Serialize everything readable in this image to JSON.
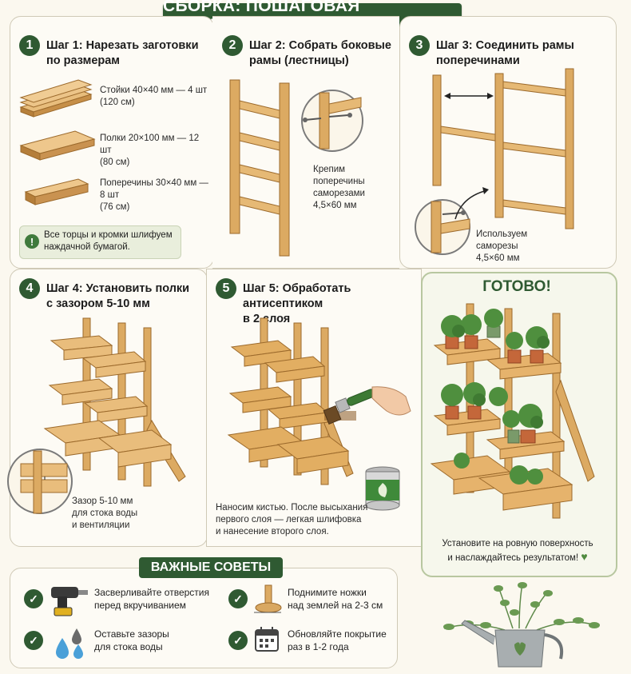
{
  "header": {
    "title": "СБОРКА: ПОШАГОВАЯ ИНСТРУКЦИЯ"
  },
  "steps": [
    {
      "number": "1",
      "title_line1": "Шаг 1: Нарезать заготовки",
      "title_line2": "по размерам"
    },
    {
      "number": "2",
      "title_line1": "Шаг 2: Собрать боковые",
      "title_line2": "рамы (лестницы)"
    },
    {
      "number": "3",
      "title_line1": "Шаг 3: Соединить рамы",
      "title_line2": "поперечинами"
    },
    {
      "number": "4",
      "title_line1": "Шаг 4: Установить полки",
      "title_line2": "с зазором 5-10 мм"
    },
    {
      "number": "5",
      "title_line1": "Шаг 5: Обработать антисептиком",
      "title_line2": "в 2 слоя"
    }
  ],
  "step1": {
    "parts": [
      {
        "line1": "Стойки 40×40 мм — 4 шт",
        "line2": "(120 см)"
      },
      {
        "line1": "Полки 20×100 мм — 12 шт",
        "line2": "(80 см)"
      },
      {
        "line1": "Поперечины 30×40 мм — 8 шт",
        "line2": "(76 см)"
      }
    ],
    "note_icon": "!",
    "note_line1": "Все торцы и кромки шлифуем",
    "note_line2": "наждачной бумагой."
  },
  "step2": {
    "caption": [
      "Крепим",
      "поперечины",
      "саморезами",
      "4,5×60 мм"
    ]
  },
  "step3": {
    "caption": [
      "Используем",
      "саморезы",
      "4,5×60 мм"
    ]
  },
  "step4": {
    "caption": [
      "Зазор 5-10 мм",
      "для стока воды",
      "и вентиляции"
    ]
  },
  "step5": {
    "caption": [
      "Наносим кистью. После высыхания",
      "первого слоя — легкая шлифовка",
      "и нанесение второго слоя."
    ]
  },
  "ready": {
    "title": "ГОТОВО!",
    "caption_line1": "Установите на ровную поверхность",
    "caption_line2": "и наслаждайтесь результатом!",
    "heart_icon": "♥"
  },
  "tips": {
    "title": "ВАЖНЫЕ СОВЕТЫ",
    "check_icon": "✓",
    "items": [
      {
        "line1": "Засверливайте отверстия",
        "line2": "перед вкручиванием",
        "icon": "drill-icon"
      },
      {
        "line1": "Оставьте зазоры",
        "line2": "для стока воды",
        "icon": "water-drops-icon"
      },
      {
        "line1": "Поднимите ножки",
        "line2": "над землей на 2-3 см",
        "icon": "raised-leg-icon"
      },
      {
        "line1": "Обновляйте покрытие",
        "line2": "раз в 1-2 года",
        "icon": "calendar-icon"
      }
    ]
  },
  "colors": {
    "brand_green": "#2f5a32",
    "wood": "#d9a862",
    "wood_dark": "#a9732f"
  }
}
